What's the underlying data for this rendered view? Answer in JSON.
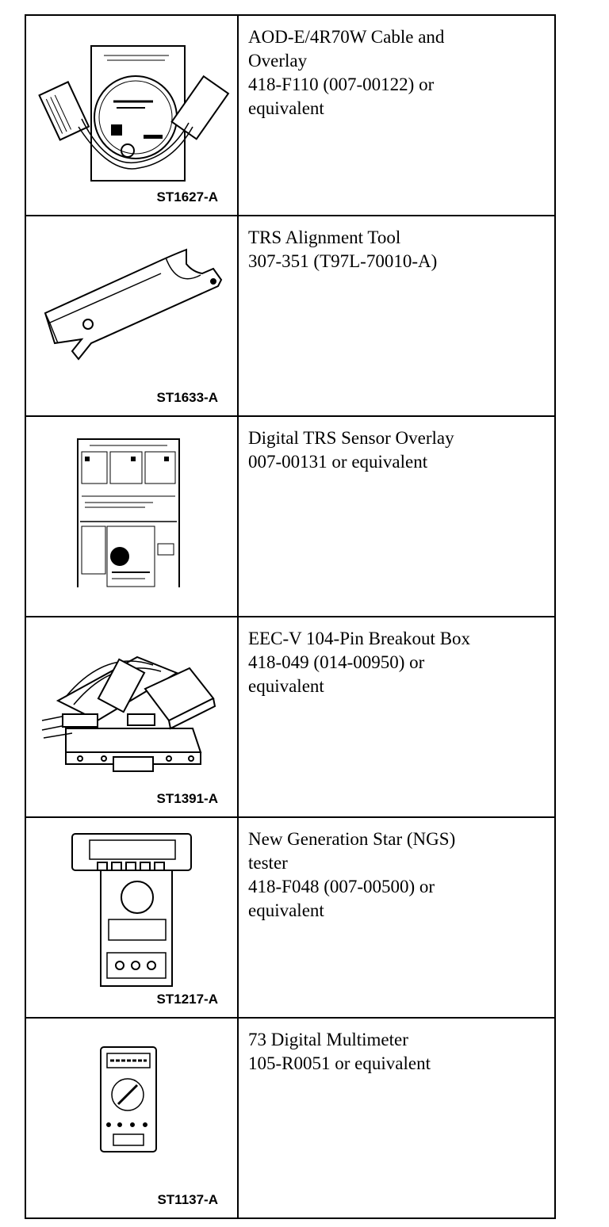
{
  "tools": [
    {
      "figure": "ST1627-A",
      "icon": "cable-overlay-illustration",
      "lines": [
        "AOD-E/4R70W Cable and",
        "Overlay",
        "418-F110 (007-00122) or",
        "equivalent"
      ]
    },
    {
      "figure": "ST1633-A",
      "icon": "alignment-tool-illustration",
      "lines": [
        "TRS Alignment Tool",
        "307-351 (T97L-70010-A)"
      ]
    },
    {
      "figure": "",
      "icon": "sensor-overlay-illustration",
      "lines": [
        "Digital TRS Sensor Overlay",
        "007-00131 or equivalent"
      ]
    },
    {
      "figure": "ST1391-A",
      "icon": "breakout-box-illustration",
      "lines": [
        "EEC-V 104-Pin Breakout Box",
        "418-049 (014-00950) or",
        "equivalent"
      ]
    },
    {
      "figure": "ST1217-A",
      "icon": "ngs-tester-illustration",
      "lines": [
        "New Generation Star (NGS)",
        "tester",
        "418-F048 (007-00500) or",
        "equivalent"
      ]
    },
    {
      "figure": "ST1137-A",
      "icon": "multimeter-illustration",
      "lines": [
        "73 Digital Multimeter",
        "105-R0051 or equivalent"
      ]
    }
  ]
}
